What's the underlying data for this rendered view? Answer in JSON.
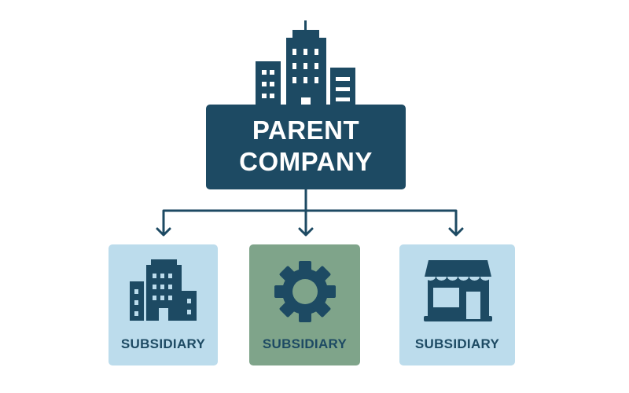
{
  "parent": {
    "line1": "PARENT",
    "line2": "COMPANY",
    "icon": "skyscrapers-icon"
  },
  "subsidiaries": [
    {
      "label": "SUBSIDIARY",
      "icon": "office-building-icon",
      "color": "#bcdcec"
    },
    {
      "label": "SUBSIDIARY",
      "icon": "gear-icon",
      "color": "#7fa48a"
    },
    {
      "label": "SUBSIDIARY",
      "icon": "storefront-icon",
      "color": "#bcdcec"
    }
  ],
  "colors": {
    "primary": "#1d4a63",
    "background": "#ffffff"
  }
}
